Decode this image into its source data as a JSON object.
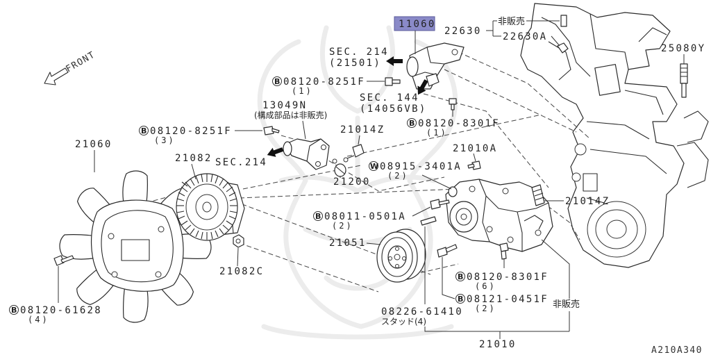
{
  "header": {
    "callout": "11060",
    "callout_color": "#8a8ac8",
    "front": "FRONT",
    "drawing_no": "A210A340"
  },
  "labels": {
    "sec214_top": {
      "text": "SEC. 214",
      "sub": "(21501)"
    },
    "sec144": {
      "text": "SEC. 144",
      "sub": "(14056VB)"
    },
    "sec214_left": {
      "text": "SEC.214"
    },
    "p22630": "22630",
    "p22630a": "22630A",
    "not_sold_top": "非販売",
    "p25080y": "25080Y",
    "p13049n": {
      "text": "13049N",
      "note": "(構成部品は非販売)"
    },
    "p21014z_top": "21014Z",
    "p21014z_right": "21014Z",
    "p21060": "21060",
    "p21082": "21082",
    "p21082c": "21082C",
    "p21010a": "21010A",
    "p21200": "21200",
    "p21051": "21051",
    "p21010": "21010",
    "not_sold_bottom": "非販売",
    "stud": {
      "text": "08226-61410",
      "sub": "スタッド(4)"
    },
    "bolt_8251f_top": {
      "prefix": "B",
      "text": "08120-8251F",
      "qty": "(1)"
    },
    "bolt_8301f_top": {
      "prefix": "B",
      "text": "08120-8301F",
      "qty": "(1)"
    },
    "bolt_8251f_left": {
      "prefix": "B",
      "text": "08120-8251F",
      "qty": "(3)"
    },
    "washer_bolt_3401a": {
      "prefix": "W",
      "text": "08915-3401A",
      "qty": "(2)"
    },
    "bolt_0501a": {
      "prefix": "B",
      "text": "08011-0501A",
      "qty": "(2)"
    },
    "bolt_8301f_bottom": {
      "prefix": "B",
      "text": "08120-8301F",
      "qty": "(6)"
    },
    "bolt_61628": {
      "prefix": "B",
      "text": "08120-61628",
      "qty": "(4)"
    },
    "bolt_0451f": {
      "prefix": "B",
      "text": "08121-0451F",
      "qty": "(2)"
    }
  }
}
